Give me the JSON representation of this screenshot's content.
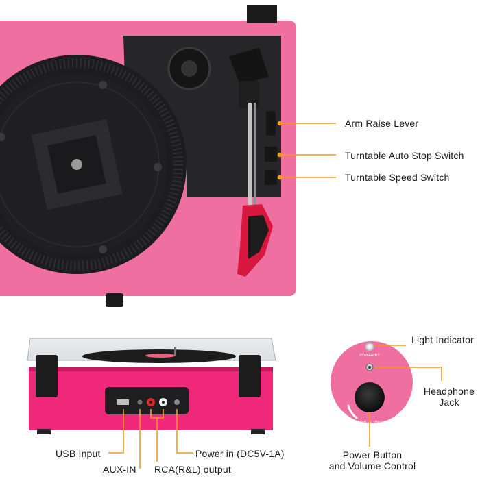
{
  "callouts": {
    "arm_raise_lever": "Arm Raise Lever",
    "auto_stop_switch": "Turntable Auto Stop Switch",
    "speed_switch": "Turntable Speed Switch",
    "light_indicator": "Light Indicator",
    "headphone_jack_line1": "Headphone",
    "headphone_jack_line2": "Jack",
    "power_button_line1": "Power Button",
    "power_button_line2": "and Volume Control",
    "usb_input": "USB Input",
    "aux_in": "AUX-IN",
    "rca_output": "RCA(R&L) output",
    "power_in": "Power in (DC5V-1A)"
  },
  "panel_text": {
    "power_bt": "POWER/BT",
    "volume_onoff": "VOLUME +/- ON/OFF"
  },
  "colors": {
    "body_pink": "#ef6fa1",
    "body_pink_dark": "#d94d86",
    "hot_pink": "#f0287a",
    "leader_orange": "#f39a1e",
    "platter_black": "#1c1c1e",
    "arm_red": "#d8173f"
  }
}
